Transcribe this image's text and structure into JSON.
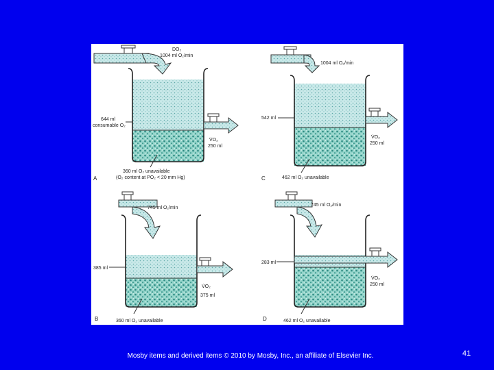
{
  "slide": {
    "footer": "Mosby items and derived items © 2010 by Mosby, Inc., an affiliate of Elsevier Inc.",
    "page_number": "41",
    "background_color": "#0000ee",
    "water_colors": {
      "upper": "#c6e8e8",
      "lower": "#8fd3c9"
    }
  },
  "panels": {
    "A": {
      "letter": "A",
      "inflow_line1": "DO₂",
      "inflow_line2": "1004 ml O₂/min",
      "upper_label_line1": "644 ml",
      "upper_label_line2": "consumable O₂",
      "vo2_label": "V̇O₂",
      "vo2_value": "250 ml",
      "unavailable_line1": "360 ml O₂ unavailable",
      "unavailable_line2": "(O₂ content at PO₂ < 20 mm Hg)"
    },
    "B": {
      "letter": "B",
      "inflow": "745 ml O₂/min",
      "upper_label": "385 ml",
      "vo2_label": "V̇O₂",
      "vo2_value": "375 ml",
      "unavailable": "360 ml O₂ unavailable"
    },
    "C": {
      "letter": "C",
      "inflow": "1004 ml O₂/min",
      "upper_label": "542 ml",
      "vo2_label": "V̇O₂",
      "vo2_value": "250 ml",
      "unavailable": "462 ml O₂ unavailable"
    },
    "D": {
      "letter": "D",
      "inflow": "745 ml O₂/min",
      "upper_label": "283 ml",
      "vo2_label": "V̇O₂",
      "vo2_value": "250 ml",
      "unavailable": "462 ml O₂ unavailable"
    }
  }
}
